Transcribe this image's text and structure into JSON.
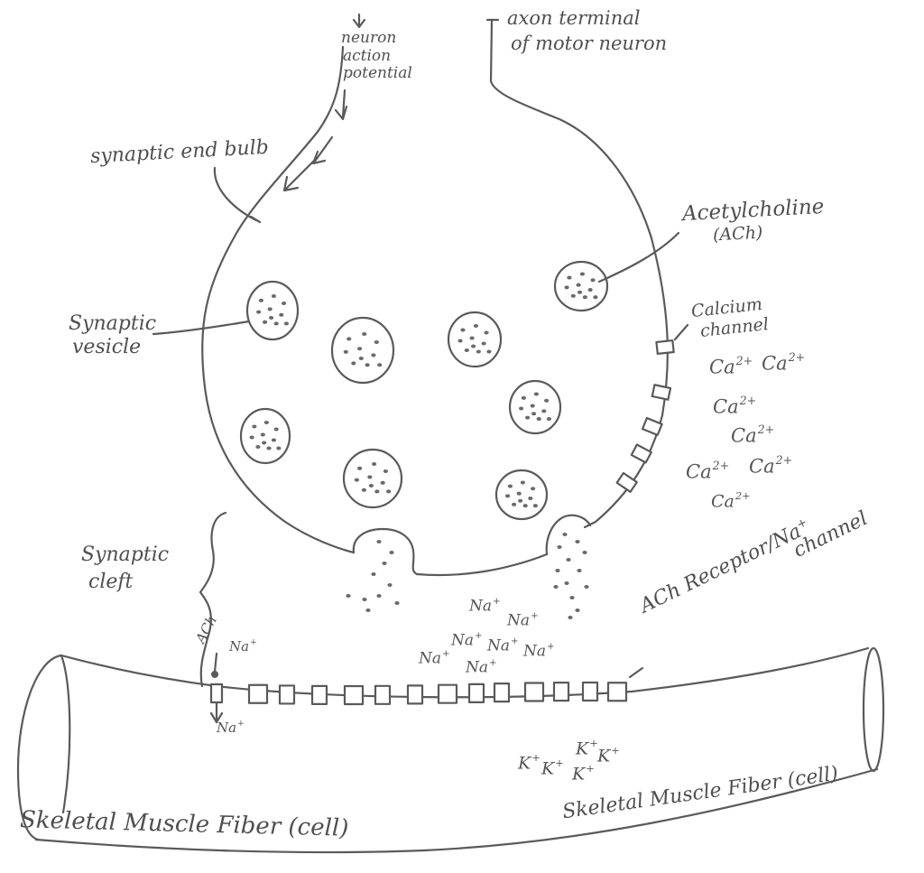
{
  "labels": {
    "neuron_action_potential": [
      "neuron",
      "action",
      "potential"
    ],
    "axon_terminal": [
      "axon terminal",
      "of motor neuron"
    ],
    "synaptic_end_bulb": "synaptic end bulb",
    "acetylcholine": [
      "Acetylcholine",
      "(ACh)"
    ],
    "synaptic_vesicle": [
      "Synaptic",
      "vesicle"
    ],
    "calcium_channel": [
      "Calcium",
      "channel"
    ],
    "synaptic_cleft": [
      "Synaptic",
      "cleft"
    ],
    "ach_receptor": "ACh Receptor/Na",
    "ach_receptor_sup": "+",
    "channel": "channel",
    "ach_small": "ACh",
    "fiber_left": "Skeletal Muscle Fiber (cell)",
    "fiber_right": "Skeletal Muscle Fiber (cell)"
  },
  "ions": {
    "ca_base": "Ca",
    "ca_charge": "2+",
    "na_base": "Na",
    "na_charge": "+",
    "k_base": "K",
    "k_charge": "+"
  },
  "colors": {
    "stroke": "#5a5a5a",
    "dot": "#6a6a6a",
    "text": "#4f4f4f"
  }
}
